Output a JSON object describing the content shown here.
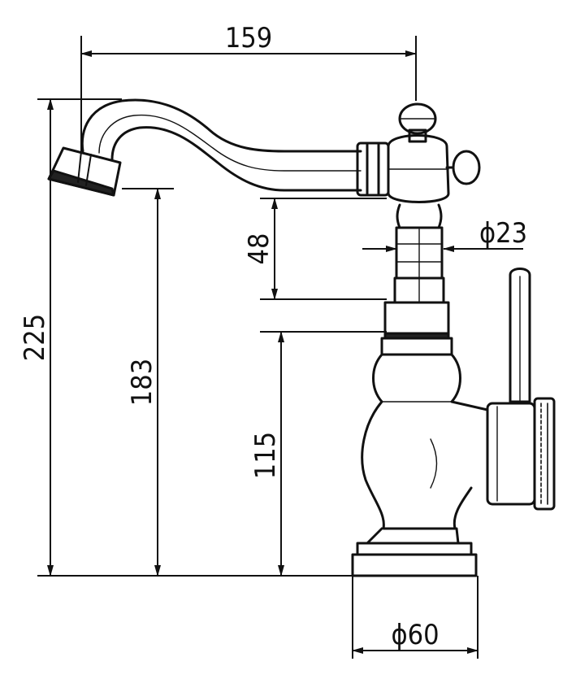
{
  "drawing": {
    "stroke_color": "#111111",
    "background": "#ffffff",
    "dimensions": {
      "spout_reach": "159",
      "overall_height": "225",
      "spout_outlet_height": "183",
      "body_height": "115",
      "column_height": "48",
      "column_diameter": "ϕ23",
      "base_diameter": "ϕ60"
    }
  }
}
